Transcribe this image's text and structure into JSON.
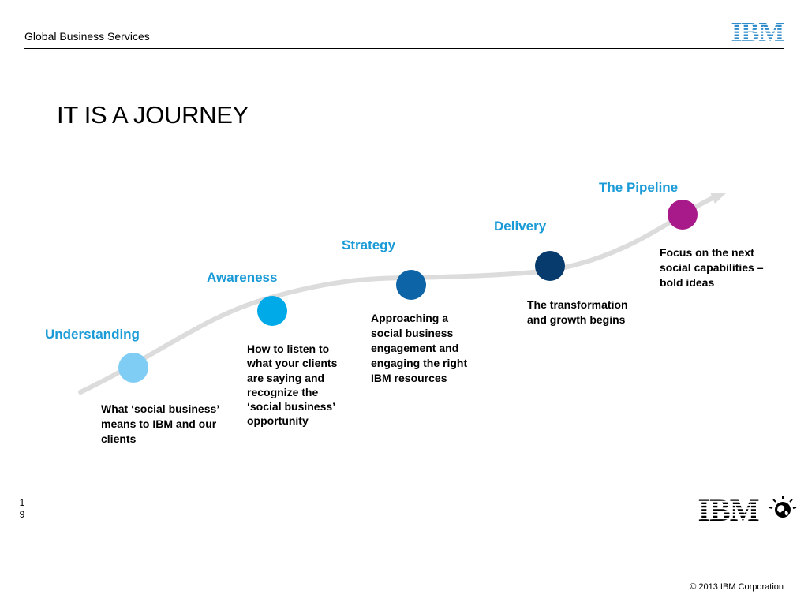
{
  "header": {
    "division": "Global Business Services",
    "logo_text": "IBM"
  },
  "title": "IT IS A JOURNEY",
  "stages": [
    {
      "label": "Understanding",
      "description": [
        "What ‘social business’",
        "means to IBM and our",
        "clients"
      ],
      "dot_color": "#7fcdf4"
    },
    {
      "label": "Awareness",
      "description": [
        "How to listen to",
        "what your clients",
        "are saying and",
        "recognize the",
        "‘social business’",
        "opportunity"
      ],
      "dot_color": "#00a9e8"
    },
    {
      "label": "Strategy",
      "description": [
        "Approaching a",
        "social business",
        "engagement and",
        "engaging the right",
        "IBM resources"
      ],
      "dot_color": "#0d64a6"
    },
    {
      "label": "Delivery",
      "description": [
        "The transformation",
        "and growth begins"
      ],
      "dot_color": "#073b6e"
    },
    {
      "label": "The Pipeline",
      "description": [
        "Focus on the next",
        "social capabilities –",
        "bold ideas"
      ],
      "dot_color": "#a8198a"
    }
  ],
  "colors": {
    "label_blue": "#1a9ad6",
    "path_gray": "#dcdcdc"
  },
  "footer": {
    "page_number": [
      "1",
      "9"
    ],
    "logo_text": "IBM",
    "copyright": "© 2013 IBM Corporation"
  }
}
